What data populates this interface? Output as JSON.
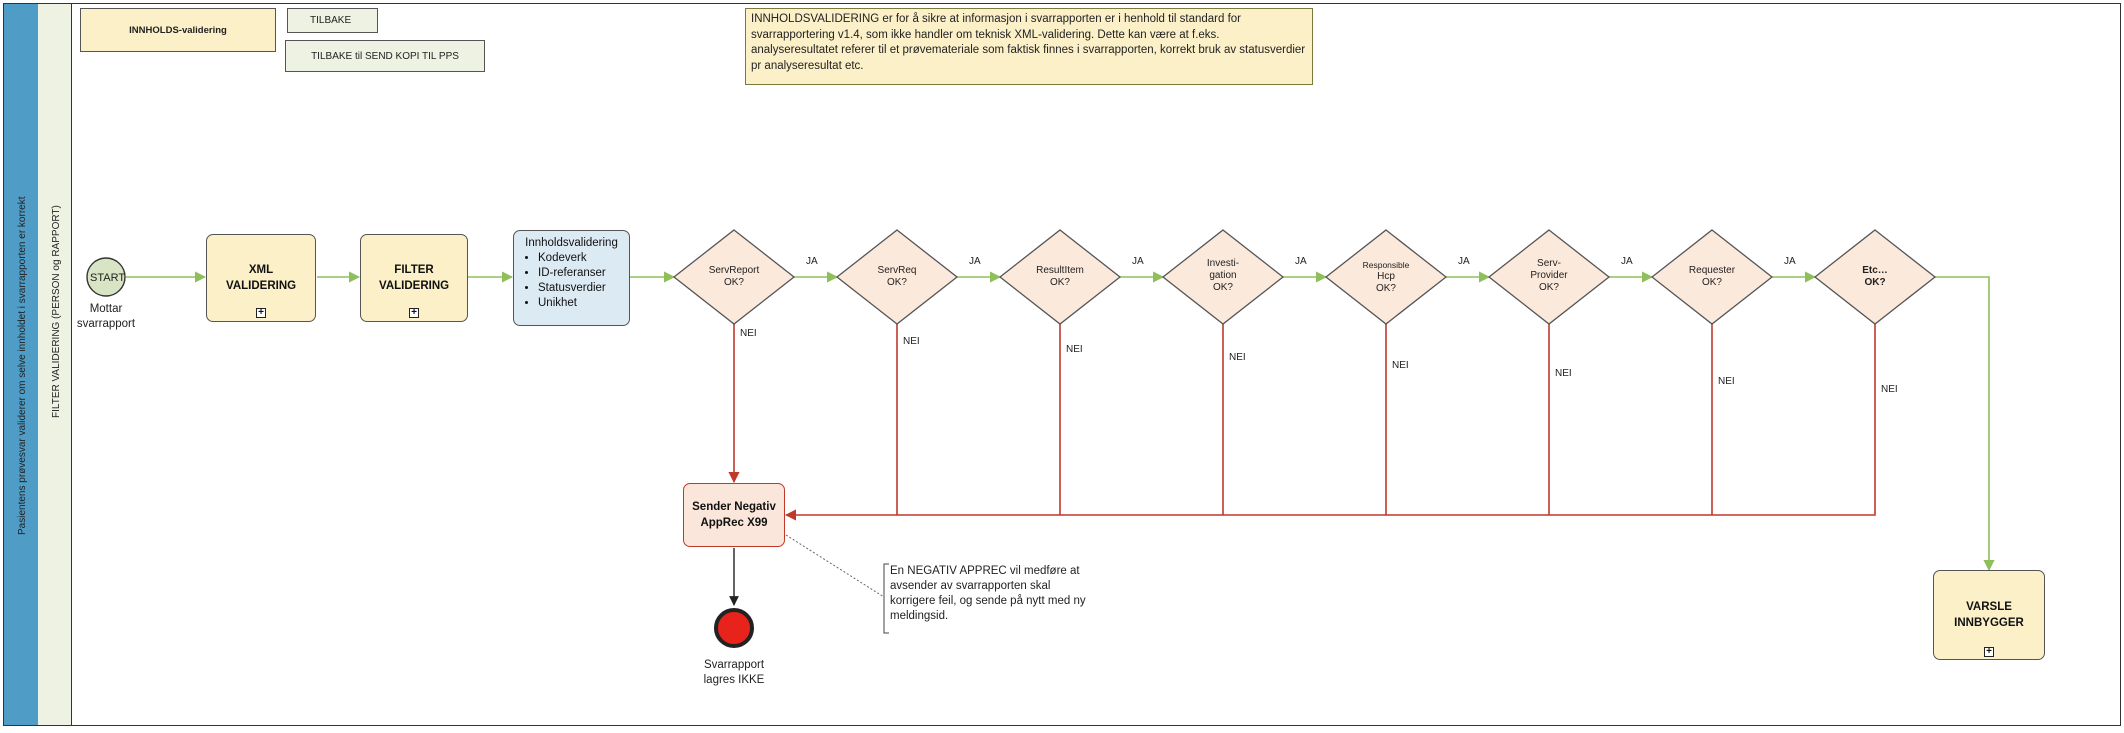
{
  "pool_label": "Pasientens prøvesvar validerer om selve innholdet i svarrapporten er korrekt",
  "lane_label": "FILTER VALIDERING (PERSON og RAPPORT)",
  "header": {
    "title_box": "INNHOLDS-validering",
    "back_button": "TILBAKE",
    "back_send_button": "TILBAKE til SEND KOPI TIL PPS"
  },
  "description_note": "INNHOLDSVALIDERING er for å sikre at informasjon i svarrapporten er i henhold til standard for svarrapportering v1.4, som ikke handler om teknisk XML-validering. Dette kan være at f.eks. analyseresultatet referer til et prøvemateriale som faktisk finnes i svarrapporten, korrekt bruk av statusverdier pr analyseresultat  etc.",
  "start_event": {
    "label": "START",
    "caption": "Mottar svarrapport"
  },
  "tasks": {
    "xml": "XML VALIDERING",
    "filter": "FILTER VALIDERING",
    "innhold_title": "Innholdsvalidering",
    "innhold_items": [
      "Kodeverk",
      "ID-referanser",
      "Statusverdier",
      "Unikhet"
    ],
    "negative": "Sender Negativ AppRec X99",
    "notify": "VARSLE INNBYGGER"
  },
  "gateways": [
    {
      "lines": [
        "ServReport",
        "OK?"
      ]
    },
    {
      "lines": [
        "ServReq",
        "OK?"
      ]
    },
    {
      "lines": [
        "ResultItem",
        "OK?"
      ]
    },
    {
      "lines": [
        "Investi-",
        "gation",
        "OK?"
      ]
    },
    {
      "lines": [
        "Responsible",
        "Hcp",
        "OK?"
      ]
    },
    {
      "lines": [
        "Serv-",
        "Provider",
        "OK?"
      ]
    },
    {
      "lines": [
        "Requester",
        "OK?"
      ]
    },
    {
      "lines": [
        "Etc…",
        "OK?"
      ]
    }
  ],
  "flow_labels": {
    "yes": "JA",
    "no": "NEI"
  },
  "end_event": {
    "caption": "Svarrapport lagres IKKE"
  },
  "annotation": "En NEGATIV APPREC vil medføre at avsender av svarrapporten skal korrigere feil, og sende på nytt med ny meldingsid.",
  "colors": {
    "pool": "#4f9cc6",
    "lane": "#edf2e2",
    "task_fill": "#fcf0c8",
    "gateway_fill": "#fbe9dc",
    "list_fill": "#dceaf3",
    "start_fill": "#d9e4c4",
    "flow_ok": "#8fbf5a",
    "flow_fail": "#c0392b",
    "end_fill": "#e8231b"
  }
}
